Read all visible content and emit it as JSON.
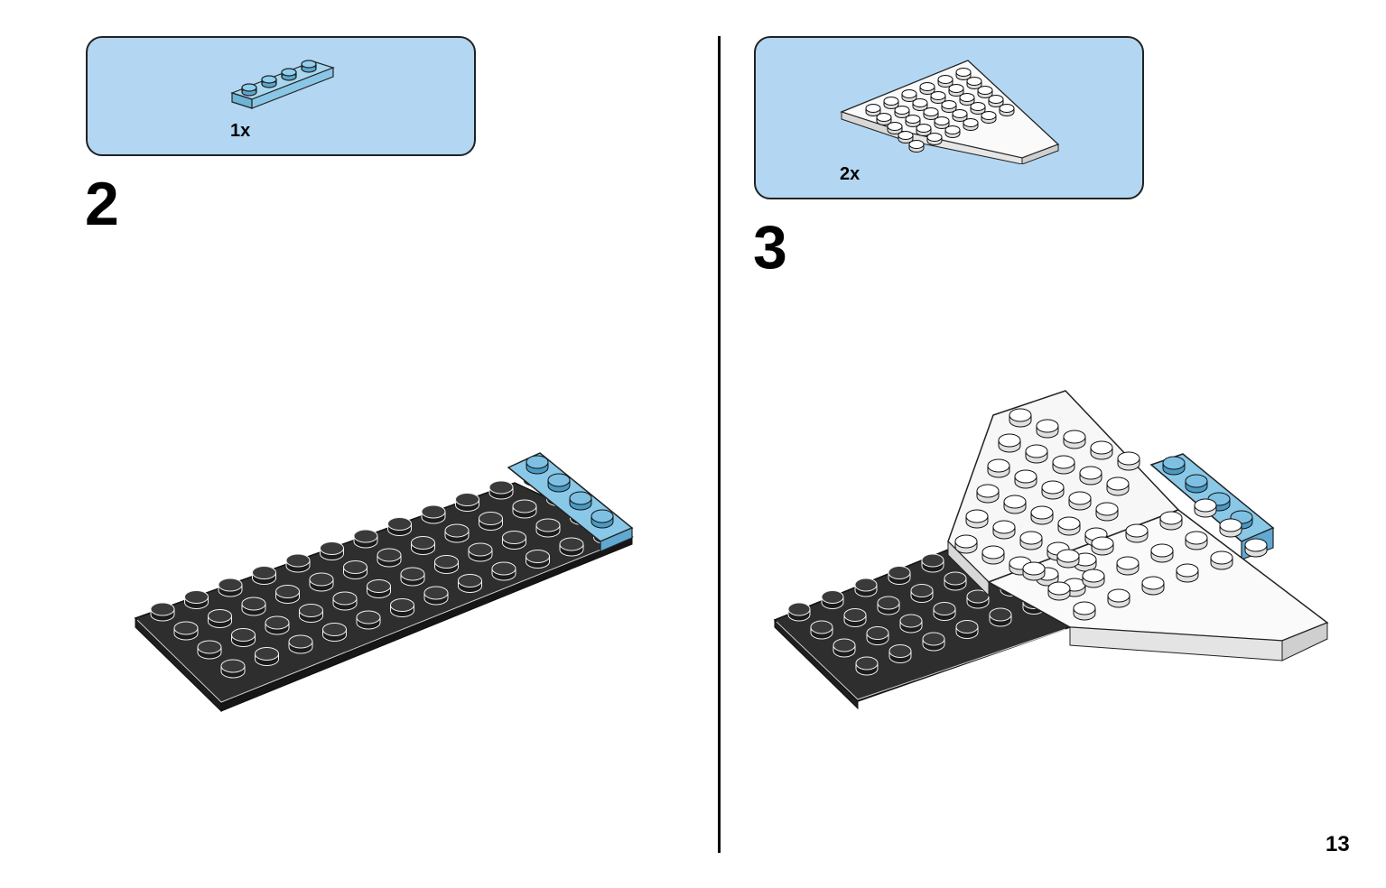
{
  "step_left": {
    "number": "2",
    "parts": [
      {
        "qty": "1x",
        "part": "light-blue-plate-1x4",
        "color": "#7ec0e2"
      }
    ]
  },
  "step_right": {
    "number": "3",
    "parts": [
      {
        "qty": "2x",
        "part": "white-wedge-plate-6x6",
        "color": "#f4f6f6"
      }
    ]
  },
  "page_number": "13",
  "colors": {
    "callout_bg": "#b3d7f2",
    "black_plate": "#2b2b2b",
    "light_blue": "#7ec0e2",
    "white_plate": "#f4f6f6"
  }
}
